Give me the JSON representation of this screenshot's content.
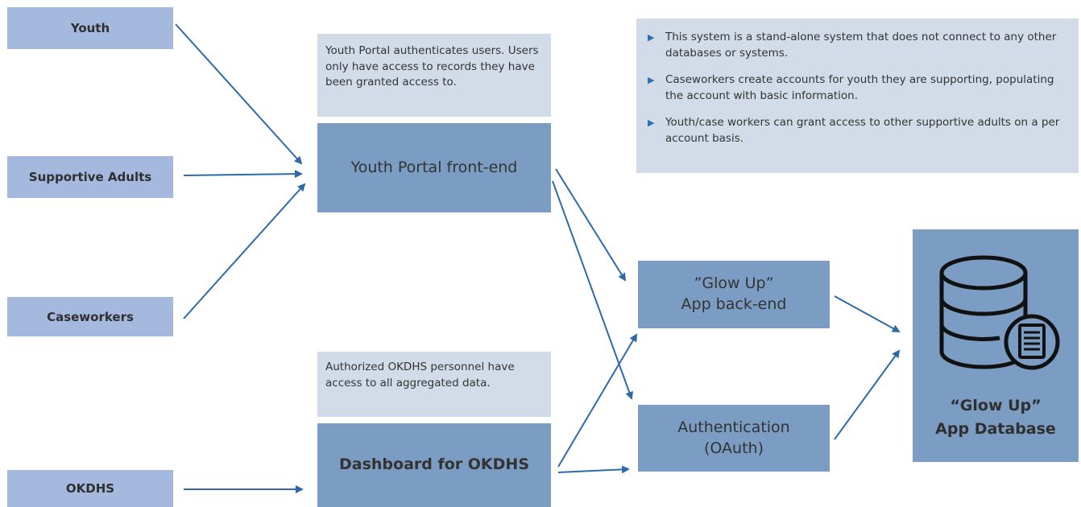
{
  "actors": {
    "youth": "Youth",
    "supportive_adults": "Supportive Adults",
    "caseworkers": "Caseworkers",
    "okdhs": "OKDHS"
  },
  "notes": {
    "portal_note": "Youth Portal authenticates users. Users only have access to records they have been granted access to.",
    "dashboard_note": "Authorized OKDHS personnel have access to all aggregated data."
  },
  "systems": {
    "portal": "Youth Portal front-end",
    "dashboard": "Dashboard for OKDHS",
    "backend_line1": "”Glow Up”",
    "backend_line2": "App back-end",
    "auth_line1": "Authentication",
    "auth_line2": "(OAuth)",
    "db_line1": "“Glow Up”",
    "db_line2": "App Database"
  },
  "bullets": [
    "This system is a stand-alone system that does not connect to any other databases or systems.",
    "Caseworkers create accounts for youth they are supporting, populating the account with basic information.",
    "Youth/case workers can grant access to other supportive adults on a per account basis."
  ],
  "colors": {
    "actor": "#a5b8de",
    "system": "#7b9dc3",
    "note": "#d2dce8",
    "arrow": "#2e6aa8"
  },
  "icons": {
    "database": "database-icon",
    "document": "document-icon"
  }
}
